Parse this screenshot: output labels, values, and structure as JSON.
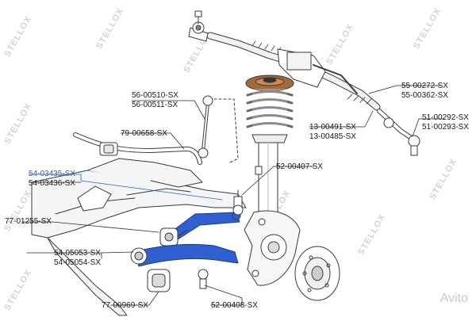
{
  "watermark": {
    "text": "STELLOX",
    "color": "#cfd4d8"
  },
  "corner_mark": {
    "text": "Avito"
  },
  "colors": {
    "highlight_part": "#2f5fd0",
    "highlight_label": "#2b63b8",
    "line": "#2a2a2a",
    "outline": "#3a3a3a"
  },
  "labels": {
    "link_a": "56-00510-SX",
    "link_b": "56-00511-SX",
    "stab_bush": "79-00658-SX",
    "arm_a": "54-03435-SX",
    "arm_b": "54-03436-SX",
    "arm_bush": "77-01255-SX",
    "lower_arm_a": "54-05053-SX",
    "lower_arm_b": "54-05054-SX",
    "lower_bush": "77-00969-SX",
    "ball_lower": "52-00408-SX",
    "ball_upper": "52-00407-SX",
    "tie_boot_a": "13-00491-SX",
    "tie_boot_b": "13-00485-SX",
    "rod_a": "55-00272-SX",
    "rod_b": "55-00362-SX",
    "tie_end_a": "51-00292-SX",
    "tie_end_b": "51-00293-SX"
  }
}
